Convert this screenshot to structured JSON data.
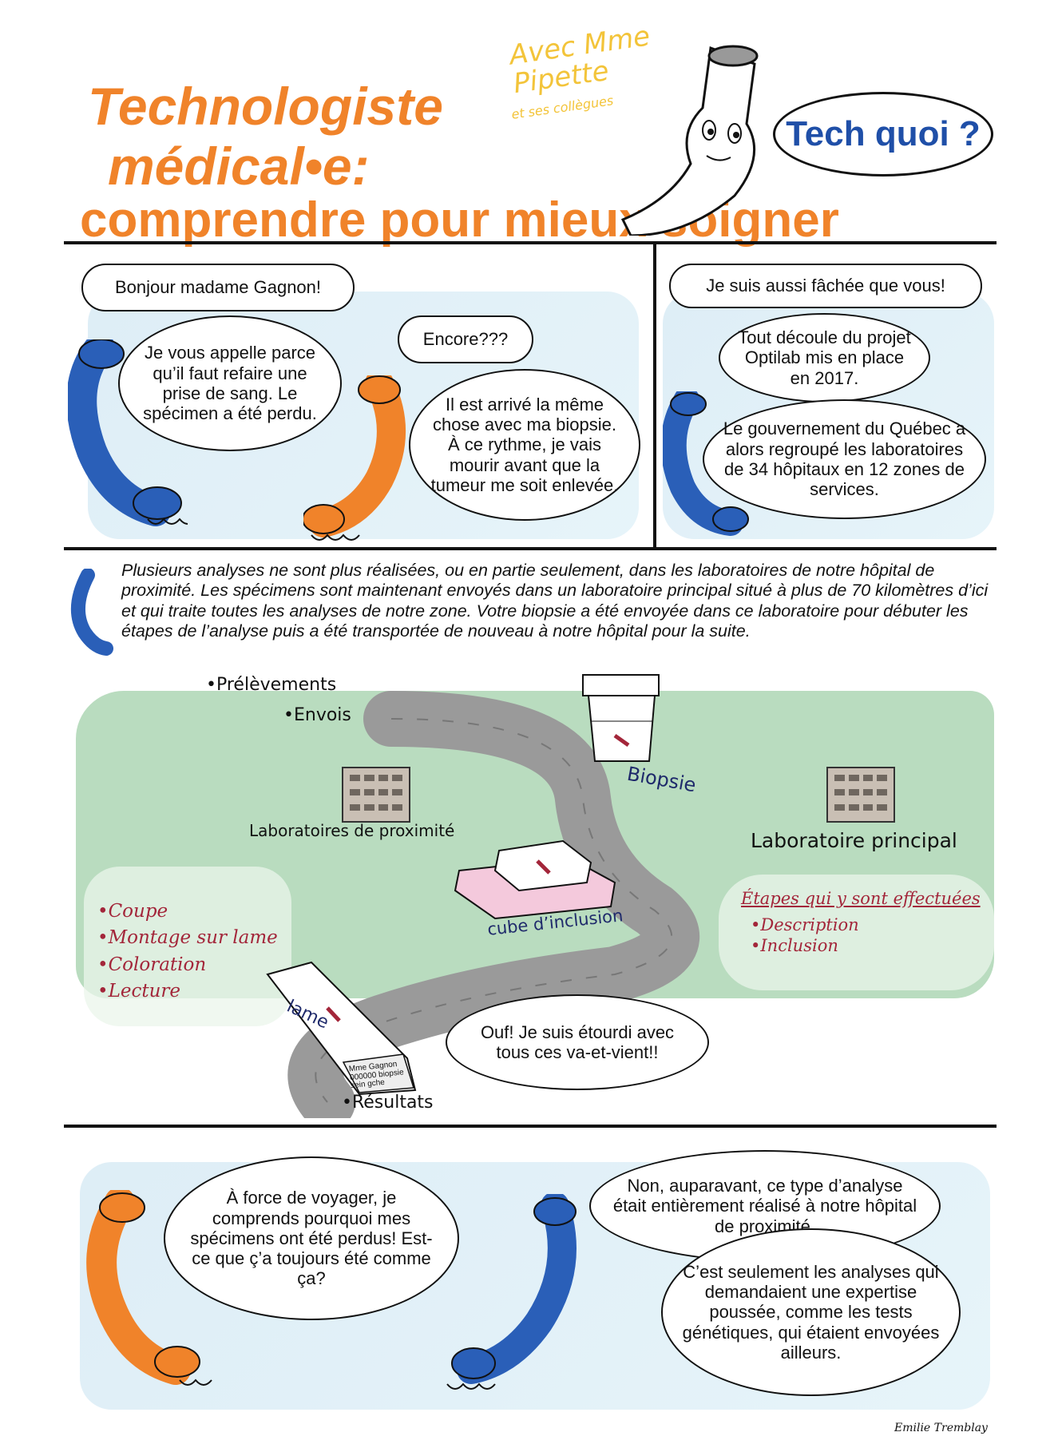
{
  "title": {
    "line1": "Technologiste",
    "line2": "médical•e:",
    "line3": "comprendre pour mieux soigner"
  },
  "header": {
    "avec": "Avec Mme Pipette",
    "colleagues": "et ses collègues",
    "tech_quoi": "Tech quoi ?"
  },
  "panel1": {
    "greeting": "Bonjour madame Gagnon!",
    "call_reason": "Je vous appelle parce qu’il faut refaire une prise de sang. Le spécimen a été perdu.",
    "encore": "Encore???",
    "reply": "Il est arrivé la même chose avec ma biopsie. À ce rythme, je vais mourir avant que la tumeur me soit enlevée."
  },
  "panel2": {
    "angry": "Je suis aussi fâchée que vous!",
    "optilab": "Tout découle du projet Optilab mis en place en 2017.",
    "gouvernement": "Le gouvernement du Québec a alors regroupé les laboratoires de 34 hôpitaux en 12 zones de services."
  },
  "narration": "Plusieurs analyses ne sont plus réalisées, ou en partie seulement, dans les laboratoires de notre hôpital de proximité. Les spécimens sont maintenant envoyés dans un laboratoire principal situé à plus de 70 kilomètres d’ici et qui traite toutes les analyses de notre zone. Votre biopsie a été envoyée dans ce laboratoire pour débuter les étapes de l’analyse puis a été transportée de nouveau à notre hôpital pour la suite.",
  "map": {
    "prelevements": "•Prélèvements",
    "envois": "•Envois",
    "resultats": "•Résultats",
    "biopsie": "Biopsie",
    "lab_proximite": "Laboratoires de proximité",
    "lab_principal": "Laboratoire principal",
    "cube": "cube d’inclusion",
    "lame": "lame",
    "slide_label": "Mme Gagnon 000000 biopsie sein gche",
    "proximite_steps": [
      "•Coupe",
      "•Montage sur lame",
      "•Coloration",
      "•Lecture"
    ],
    "principal_title": "Étapes qui y sont effectuées",
    "principal_steps": [
      "•Description",
      "•Inclusion"
    ],
    "etourdi": "Ouf! Je suis étourdi avec tous ces va-et-vient!!"
  },
  "panel4": {
    "question": "À force de voyager, je comprends pourquoi mes spécimens ont été perdus! Est-ce que ç’a toujours été comme ça?",
    "auparavant": "Non, auparavant, ce type d’analyse était entièrement réalisé à notre hôpital de proximité.",
    "seulement": "C’est seulement les analyses qui demandaient une expertise poussée, comme les tests génétiques, qui étaient envoyées ailleurs."
  },
  "signature": "Emilie Tremblay",
  "colors": {
    "orange": "#f0832a",
    "blue": "#2a5fb8",
    "green": "#b9dcbf",
    "red": "#a3263a"
  }
}
